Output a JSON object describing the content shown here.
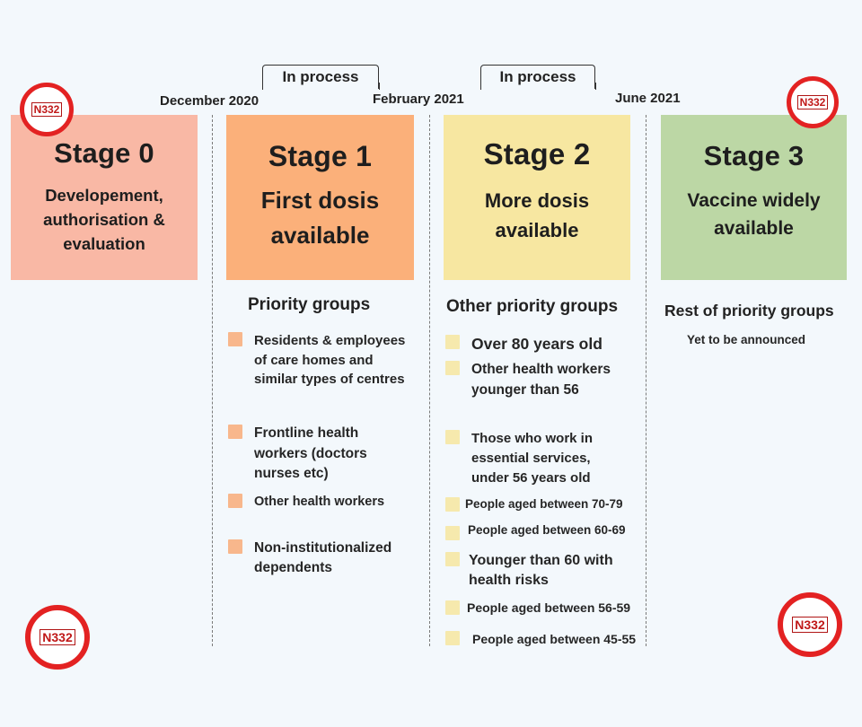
{
  "timeline": {
    "dates": [
      "December 2020",
      "February 2021",
      "June 2021"
    ],
    "status": [
      "In process",
      "In process"
    ]
  },
  "stages": [
    {
      "title": "Stage 0",
      "subtitle": "Developement, authorisation & evaluation",
      "color": "#f9b8a5"
    },
    {
      "title": "Stage 1",
      "subtitle": "First dosis available",
      "color": "#fbb07a"
    },
    {
      "title": "Stage 2",
      "subtitle": "More dosis available",
      "color": "#f7e7a1"
    },
    {
      "title": "Stage 3",
      "subtitle": "Vaccine widely available",
      "color": "#bcd7a5"
    }
  ],
  "groups": {
    "stage1": {
      "heading": "Priority groups",
      "square_color": "#f8b78c",
      "items": [
        "Residents & employees of care homes and similar types of centres",
        "Frontline health workers (doctors nurses etc)",
        "Other health workers",
        "Non-institutionalized dependents"
      ]
    },
    "stage2": {
      "heading": "Other priority groups",
      "square_color": "#f6e9ad",
      "items": [
        "Over 80 years old",
        "Other health workers younger than 56",
        "Those who work in essential services, under 56 years old",
        "People aged between 70-79",
        "People aged between 60-69",
        "Younger than 60 with health risks",
        "People aged between 56-59",
        "People aged between 45-55"
      ]
    },
    "stage3": {
      "heading": "Rest of priority groups",
      "note": "Yet to be announced"
    }
  },
  "logo": {
    "text": "N332",
    "color": "#e32222"
  }
}
